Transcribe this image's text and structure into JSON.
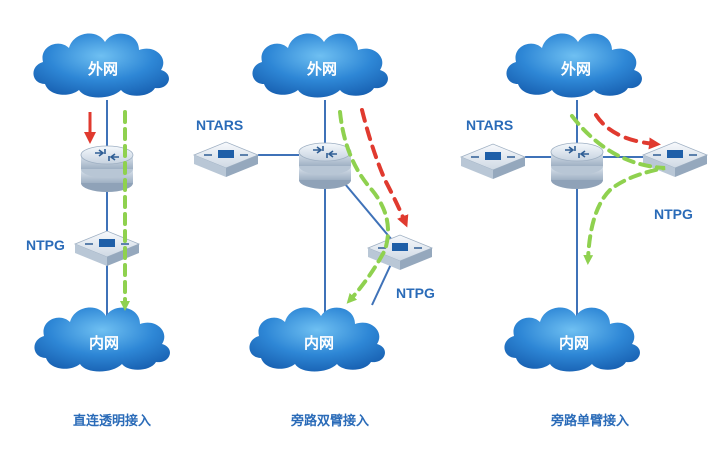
{
  "clouds": {
    "external": "外网",
    "internal": "内网"
  },
  "devices": {
    "ntpg": "NTPG",
    "ntars": "NTARS"
  },
  "captions": {
    "transparent": "直连透明接入",
    "dual_arm": "旁路双臂接入",
    "single_arm": "旁路单臂接入"
  },
  "colors": {
    "link": "#3f72b8",
    "green_flow": "#8fd14f",
    "red_flow": "#e03a2f",
    "cloud": "#1f6fc2",
    "label": "#2a6bb8"
  }
}
